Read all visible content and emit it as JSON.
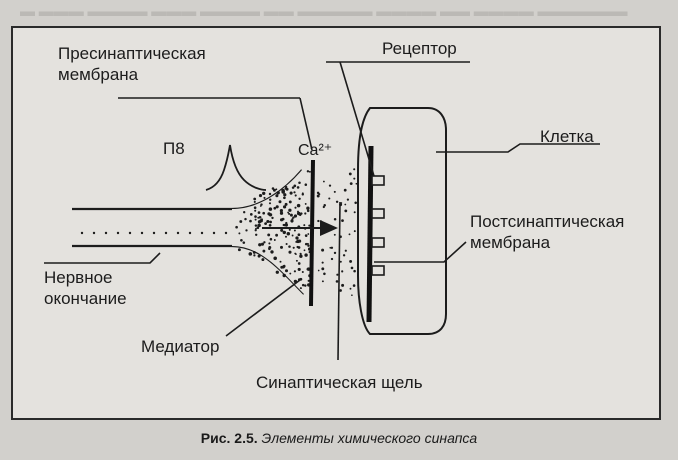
{
  "labels": {
    "presynaptic_membrane": "Пресинаптическая\nмембрана",
    "p8": "П8",
    "receptor": "Рецептор",
    "cell": "Клетка",
    "calcium": "Ca²⁺",
    "postsynaptic_membrane": "Постсинаптическая\nмембрана",
    "nerve_ending": "Нервное\nокончание",
    "mediator": "Медиатор",
    "synaptic_cleft": "Синаптическая щель"
  },
  "caption": {
    "figure_number": "Рис. 2.5.",
    "text": "Элементы химического синапса"
  }
}
